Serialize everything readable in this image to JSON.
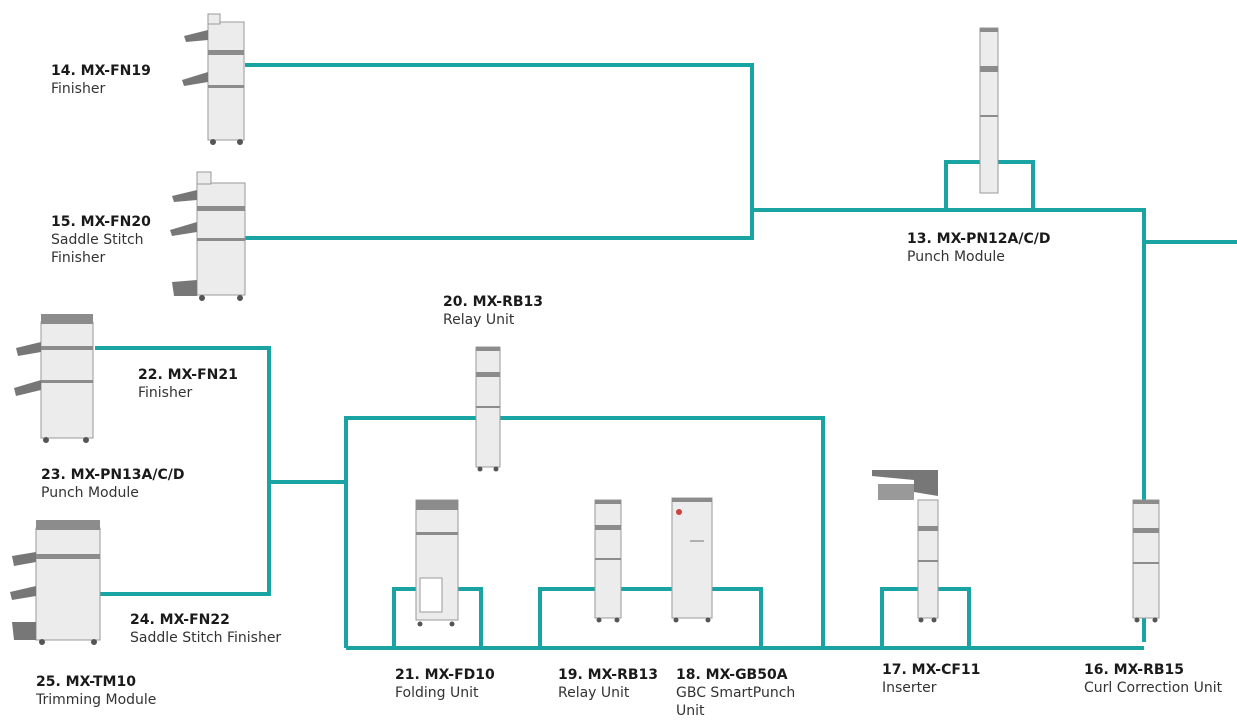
{
  "colors": {
    "connector": "#1aa3a3",
    "body": "#ececec",
    "band": "#8c8c8c"
  },
  "devices": [
    {
      "id": "fn19",
      "code": "14. MX-FN19",
      "desc": "Finisher",
      "image": "finisher-illustration"
    },
    {
      "id": "fn20",
      "code": "15. MX-FN20",
      "desc": "Saddle Stitch\nFinisher",
      "image": "saddle-stitch-finisher-illustration"
    },
    {
      "id": "pn12",
      "code": "13. MX-PN12A/C/D",
      "desc": "Punch Module",
      "image": "punch-module-illustration"
    },
    {
      "id": "rb13a",
      "code": "20. MX-RB13",
      "desc": "Relay Unit",
      "image": "relay-unit-illustration"
    },
    {
      "id": "fn21",
      "code": "22. MX-FN21",
      "desc": "Finisher",
      "image": "finisher-illustration"
    },
    {
      "id": "pn13",
      "code": "23. MX-PN13A/C/D",
      "desc": "Punch Module",
      "image": "punch-module-illustration"
    },
    {
      "id": "fn22",
      "code": "24. MX-FN22",
      "desc": "Saddle Stitch Finisher",
      "image": "saddle-stitch-finisher-illustration"
    },
    {
      "id": "tm10",
      "code": "25. MX-TM10",
      "desc": "Trimming Module",
      "image": "trimming-module-illustration"
    },
    {
      "id": "fd10",
      "code": "21. MX-FD10",
      "desc": "Folding Unit",
      "image": "folding-unit-illustration"
    },
    {
      "id": "rb13b",
      "code": "19. MX-RB13",
      "desc": "Relay Unit",
      "image": "relay-unit-illustration"
    },
    {
      "id": "gb50",
      "code": "18. MX-GB50A",
      "desc": "GBC SmartPunch\nUnit",
      "image": "smartpunch-unit-illustration"
    },
    {
      "id": "cf11",
      "code": "17. MX-CF11",
      "desc": "Inserter",
      "image": "inserter-illustration"
    },
    {
      "id": "rb15",
      "code": "16. MX-RB15",
      "desc": "Curl Correction Unit",
      "image": "curl-correction-unit-illustration"
    }
  ]
}
